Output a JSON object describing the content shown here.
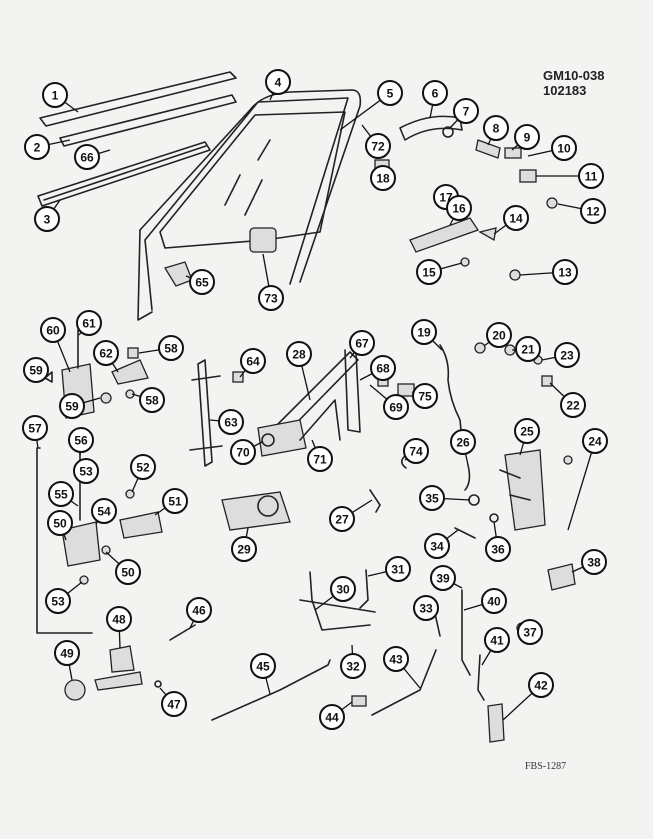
{
  "header": {
    "diagram_code": "GM10-038",
    "date_code": "102183"
  },
  "footer": {
    "reference": "FBS-1287"
  },
  "callouts": [
    "1",
    "2",
    "66",
    "3",
    "4",
    "5",
    "72",
    "6",
    "7",
    "8",
    "9",
    "10",
    "11",
    "12",
    "18",
    "17",
    "16",
    "14",
    "15",
    "13",
    "73",
    "65",
    "60",
    "61",
    "62",
    "58",
    "59",
    "59",
    "58",
    "57",
    "64",
    "63",
    "28",
    "67",
    "68",
    "69",
    "19",
    "20",
    "21",
    "23",
    "22",
    "75",
    "70",
    "71",
    "74",
    "26",
    "25",
    "24",
    "56",
    "53",
    "52",
    "55",
    "54",
    "51",
    "50",
    "50",
    "53",
    "35",
    "27",
    "36",
    "34",
    "29",
    "30",
    "31",
    "39",
    "38",
    "40",
    "33",
    "37",
    "48",
    "46",
    "49",
    "47",
    "45",
    "32",
    "43",
    "41",
    "42",
    "44"
  ]
}
